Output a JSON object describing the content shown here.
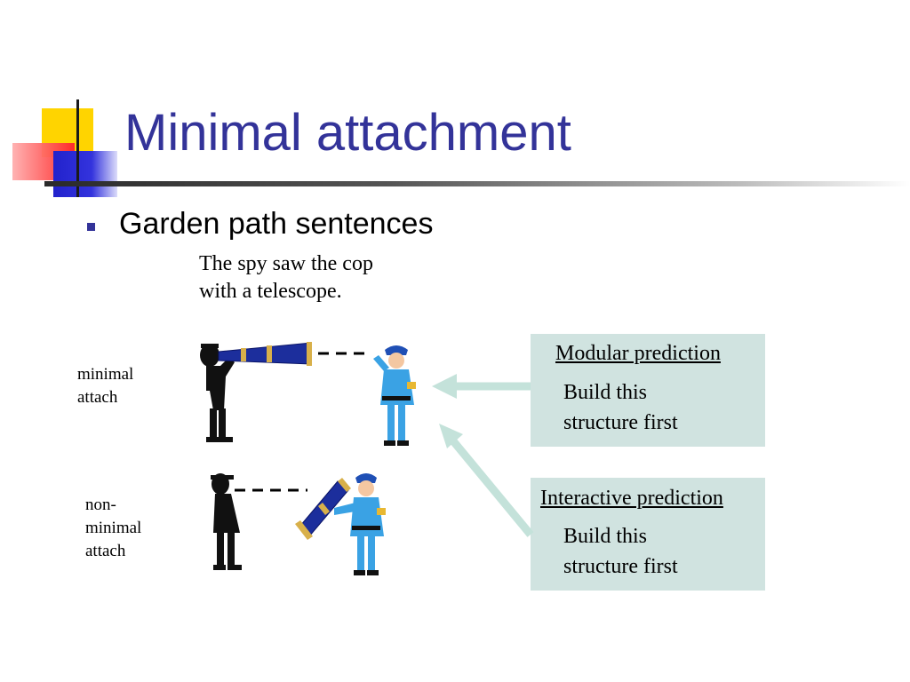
{
  "slide": {
    "title": "Minimal attachment",
    "bullet": "Garden path sentences",
    "sentence": [
      "The spy saw the cop",
      "with a telescope."
    ],
    "labels": {
      "minimal": [
        "minimal",
        "attach"
      ],
      "non_minimal": [
        "non-",
        "minimal",
        "attach"
      ]
    },
    "modular_box": {
      "title": "Modular prediction",
      "body": [
        "Build this",
        "structure first"
      ]
    },
    "interactive_box": {
      "title": "Interactive prediction",
      "body": [
        "Build this",
        "structure first"
      ]
    }
  },
  "colors": {
    "title": "#333399",
    "box_fill": "#d0e3e0",
    "arrow": "#c4e2da",
    "telescope": "#1c2e9c",
    "police": "#3aa2e4"
  }
}
